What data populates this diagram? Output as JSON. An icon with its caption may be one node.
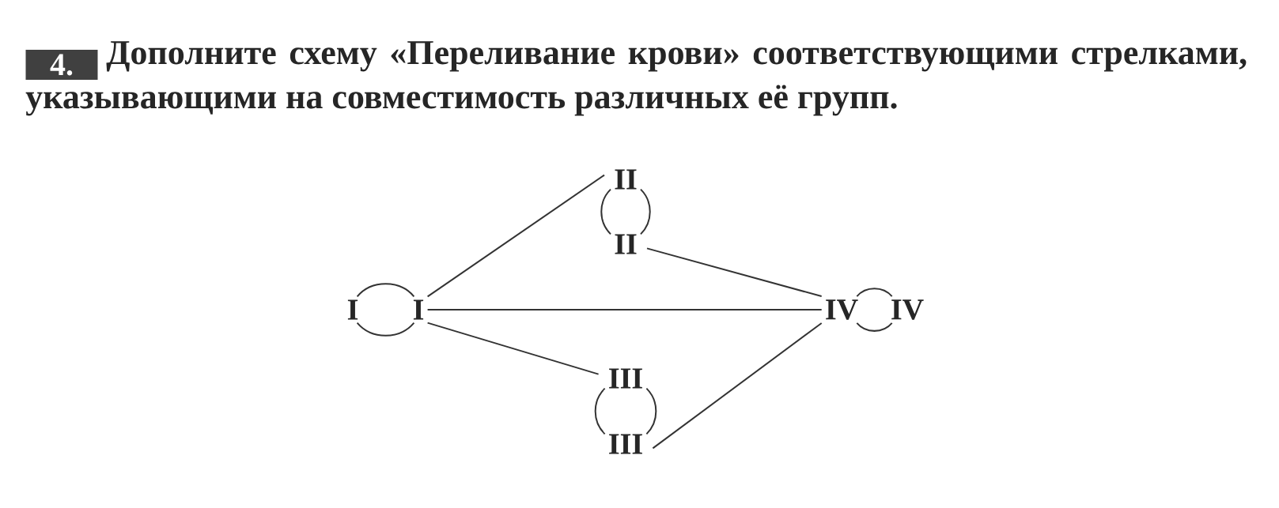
{
  "diagram": {
    "title": "Дополните схему «Переливание крови» соответствующими стрелками, указывающими на совместимость различных её групп.",
    "nodes": [
      {
        "text": [
          "I"
        ]
      },
      {
        "text": [
          "I"
        ]
      },
      {
        "text": [
          "II"
        ]
      },
      {
        "text": [
          "II"
        ]
      },
      {
        "text": [
          "III"
        ]
      },
      {
        "text": [
          "III"
        ]
      },
      {
        "text": [
          "IV"
        ]
      },
      {
        "text": [
          "IV"
        ]
      }
    ],
    "edges": [
      {
        "from": 0,
        "to": 1,
        "arrow": "none"
      },
      {
        "from": 0,
        "to": 1,
        "arrow": "none"
      },
      {
        "from": 2,
        "to": 3,
        "arrow": "none"
      },
      {
        "from": 2,
        "to": 3,
        "arrow": "none"
      },
      {
        "from": 4,
        "to": 5,
        "arrow": "none"
      },
      {
        "from": 4,
        "to": 5,
        "arrow": "none"
      },
      {
        "from": 6,
        "to": 7,
        "arrow": "none"
      },
      {
        "from": 6,
        "to": 7,
        "arrow": "none"
      },
      {
        "from": 1,
        "to": 2,
        "arrow": "none"
      },
      {
        "from": 1,
        "to": 6,
        "arrow": "none"
      },
      {
        "from": 1,
        "to": 4,
        "arrow": "none"
      },
      {
        "from": 3,
        "to": 6,
        "arrow": "none"
      },
      {
        "from": 5,
        "to": 6,
        "arrow": "none"
      }
    ],
    "labels": [
      "4."
    ]
  }
}
